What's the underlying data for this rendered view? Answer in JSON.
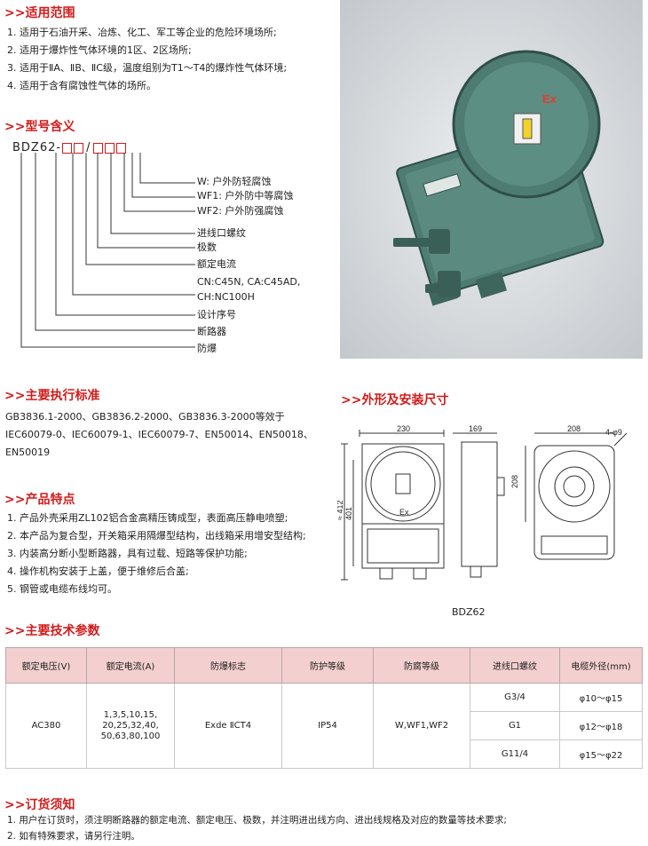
{
  "sections": {
    "scope": ">>适用范围",
    "model": ">>型号含义",
    "standard": ">>主要执行标准",
    "dimension": ">>外形及安装尺寸",
    "features": ">>产品特点",
    "params": ">>主要技术参数",
    "order": ">>订货须知"
  },
  "scope_items": [
    "1. 适用于石油开采、冶炼、化工、军工等企业的危险环境场所;",
    "2. 适用于爆炸性气体环境的1区、2区场所;",
    "3. 适用于ⅡA、ⅡB、ⅡC级，温度组别为T1～T4的爆炸性气体环境;",
    "4. 适用于含有腐蚀性气体的场所。"
  ],
  "model_code": {
    "prefix": "BDZ62-",
    "slash": "/"
  },
  "model_legend": [
    "W:  户外防轻腐蚀",
    "WF1:  户外防中等腐蚀",
    "WF2:  户外防强腐蚀",
    "进线口螺纹",
    "极数",
    "额定电流",
    "CN:C45N, CA:C45AD,",
    "CH:NC100H",
    "设计序号",
    "断路器",
    "防爆"
  ],
  "standard_text": "GB3836.1-2000、GB3836.2-2000、GB3836.3-2000等效于IEC60079-0、IEC60079-1、IEC60079-7、EN50014、EN50018、EN50019",
  "feature_items": [
    "1. 产品外壳采用ZL102铝合金高精压铸成型，表面高压静电喷塑;",
    "2. 本产品为复合型，开关箱采用隔爆型结构，出线箱采用增安型结构;",
    "3. 内装高分断小型断路器，具有过载、短路等保护功能;",
    "4. 操作机构安装于上盖，便于维修后合盖;",
    "5. 钢管或电缆布线均可。"
  ],
  "drawing": {
    "dim_230": "230",
    "dim_169": "169",
    "dim_208a": "208",
    "dim_208b": "208",
    "dim_412": "≈ 412",
    "dim_401": "401",
    "holes": "4-φ9",
    "ex_mark": "Ex",
    "model_label": "BDZ62"
  },
  "photo": {
    "ex_mark": "Ex"
  },
  "table": {
    "headers": [
      "额定电压(V)",
      "额定电流(A)",
      "防爆标志",
      "防护等级",
      "防腐等级",
      "进线口螺纹",
      "电缆外径(mm)"
    ],
    "voltage": "AC380",
    "current": "1,3,5,10,15,\n20,25,32,40,\n50,63,80,100",
    "exmark": "Exde ⅡCT4",
    "ip": "IP54",
    "anticorrosion": "W,WF1,WF2",
    "rows": [
      {
        "thread": "G3/4",
        "cable": "φ10～φ15"
      },
      {
        "thread": "G1",
        "cable": "φ12～φ18"
      },
      {
        "thread": "G11/4",
        "cable": "φ15～φ22"
      }
    ]
  },
  "order_items": [
    "1. 用户在订货时，须注明断路器的额定电流、额定电压、极数，并注明进出线方向、进出线规格及对应的数量等技术要求;",
    "2. 如有特殊要求，请另行注明。"
  ],
  "colors": {
    "accent": "#d21b1b",
    "table_header": "#f4cfcf",
    "enclosure": "#4e7c72"
  }
}
